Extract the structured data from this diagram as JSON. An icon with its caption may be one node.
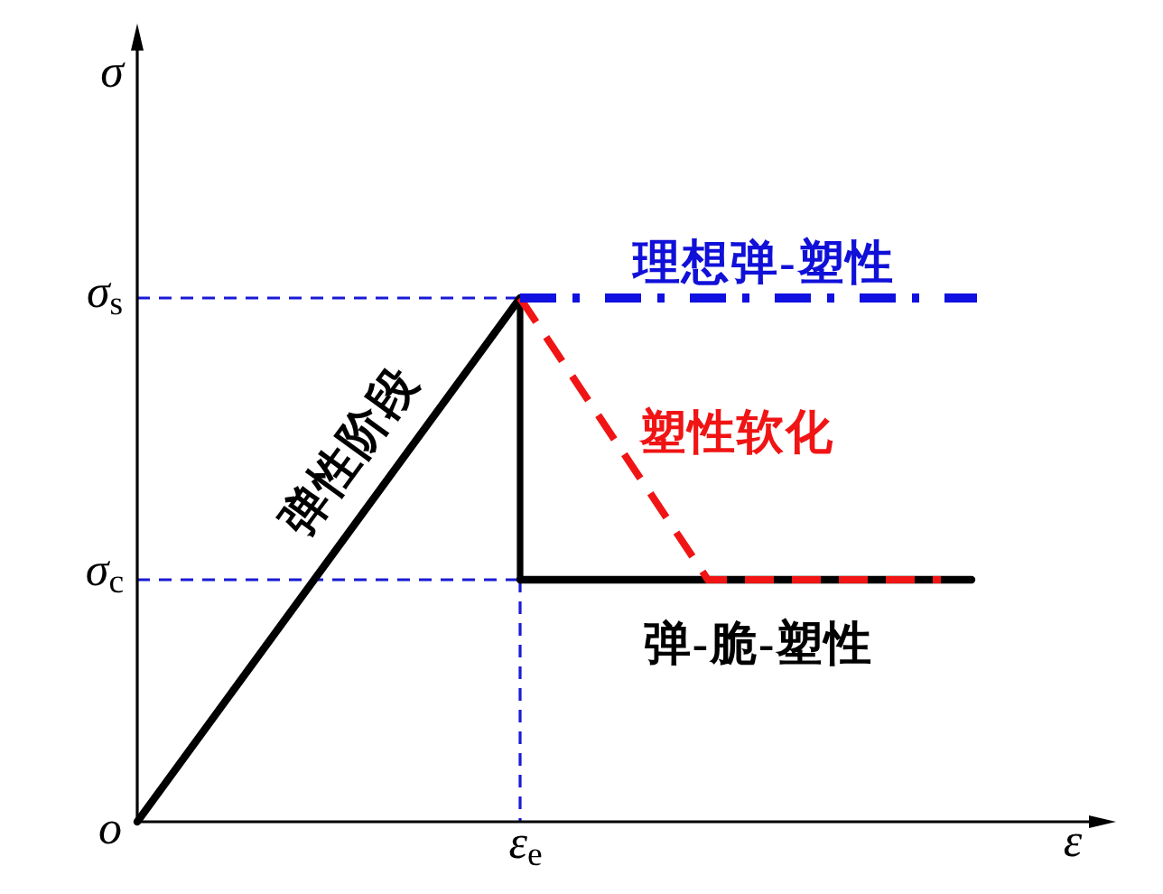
{
  "diagram": {
    "labels": [
      "σ",
      "理想弹-塑性",
      "*σ*$_{s}$",
      "塑性软化",
      "弹性阶段",
      "*σ*$_{c}$",
      "弹-脆-塑性",
      "o",
      "*ε*$_{e}$",
      "ε"
    ]
  }
}
